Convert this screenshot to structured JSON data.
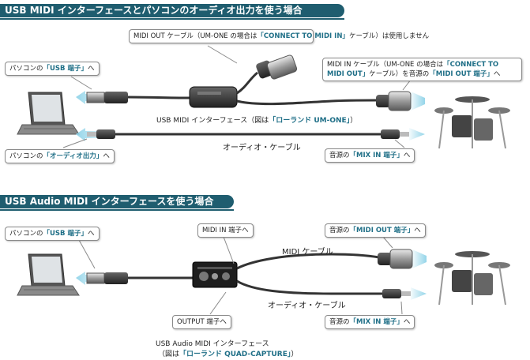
{
  "sections": [
    {
      "header": "USB MIDI インターフェースとパソコンのオーディオ出力を使う場合",
      "callouts": {
        "midi_out": {
          "pre": "MIDI OUT ケーブル（UM-ONE の場合は",
          "hl": "「CONNECT TO MIDI IN」",
          "post": "ケーブル）は使用しません"
        },
        "usb": {
          "pre": "パソコンの",
          "hl": "「USB 端子」",
          "post": "へ"
        },
        "midi_in": {
          "pre1": "MIDI IN ケーブル（UM-ONE の場合は",
          "hl1": "「CONNECT TO MIDI OUT」",
          "post1": "ケーブル）を音源の",
          "hl2": "「MIDI OUT 端子」",
          "post2": "へ"
        },
        "audio_out": {
          "pre": "パソコンの",
          "hl": "「オーディオ出力」",
          "post": "へ"
        },
        "mix_in": {
          "pre": "音源の",
          "hl": "「MIX IN 端子」",
          "post": "へ"
        }
      },
      "interface_label": {
        "pre": "USB MIDI インターフェース（図は",
        "hl": "「ローランド UM-ONE」",
        "post": "）"
      },
      "audio_cable_label": "オーディオ・ケーブル"
    },
    {
      "header": "USB Audio MIDI インターフェースを使う場合",
      "callouts": {
        "usb": {
          "pre": "パソコンの",
          "hl": "「USB 端子」",
          "post": "へ"
        },
        "midi_in_port": "MIDI IN 端子へ",
        "midi_out": {
          "pre": "音源の",
          "hl": "「MIDI OUT 端子」",
          "post": "へ"
        },
        "output_port": "OUTPUT 端子へ",
        "mix_in": {
          "pre": "音源の",
          "hl": "「MIX IN 端子」",
          "post": "へ"
        }
      },
      "midi_cable_label": "MIDI ケーブル",
      "audio_cable_label": "オーディオ・ケーブル",
      "interface_label_1": "USB Audio MIDI インターフェース",
      "interface_label_2": {
        "pre": "（図は",
        "hl": "「ローランド QUAD-CAPTURE」",
        "post": "）"
      }
    }
  ],
  "colors": {
    "header_bg": "#1f5d6f",
    "highlight": "#1f6f87",
    "arrow": "#8fd3e8"
  }
}
